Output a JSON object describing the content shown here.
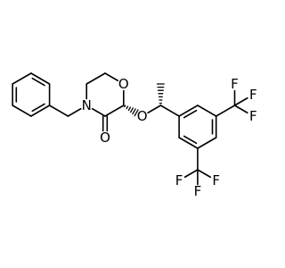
{
  "colors": {
    "ink": "#000000",
    "background": "#ffffff"
  },
  "atom_labels": {
    "lactam_nitrogen": "N",
    "ring_oxygen": "O",
    "carbonyl_oxygen": "O",
    "ether_oxygen": "O",
    "upper_cf3_fluorines": [
      "F",
      "F",
      "F"
    ],
    "lower_cf3_fluorines": [
      "F",
      "F",
      "F"
    ]
  }
}
